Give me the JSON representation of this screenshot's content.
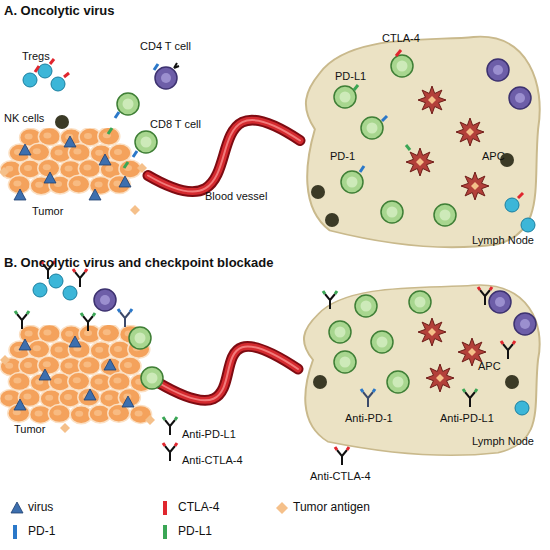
{
  "diagram": {
    "nodes": [
      {
        "text": [
          "Tumor"
        ]
      },
      {
        "text": [
          "Lymph Node"
        ]
      },
      {
        "text": [
          "Tumor"
        ]
      },
      {
        "text": [
          "Lymph Node"
        ]
      }
    ],
    "edges": [
      {
        "from": 0,
        "to": 1,
        "label": "Blood vessel",
        "arrow": "none"
      },
      {
        "from": 2,
        "to": 3,
        "arrow": "none"
      }
    ],
    "labels": [
      "A. Oncolytic virus",
      "Tregs",
      "CD4 T cell",
      "NK cells",
      "CD8 T cell",
      "CTLA-4",
      "PD-L1",
      "PD-1",
      "APC",
      "B. Oncolytic virus and checkpoint blockade",
      "Anti-PD-L1",
      "Anti-CTLA-4",
      "Anti-PD-1",
      "Anti-CTLA-4",
      "Anti-PD-L1",
      "APC"
    ],
    "legend": [
      {
        "text": "virus"
      },
      {
        "text": "CTLA-4",
        "color": "#e0262e"
      },
      {
        "text": "Tumor antigen"
      },
      {
        "text": "PD-1",
        "color": "#2b78c9"
      },
      {
        "text": "PD-L1",
        "color": "#3aa655"
      }
    ]
  }
}
